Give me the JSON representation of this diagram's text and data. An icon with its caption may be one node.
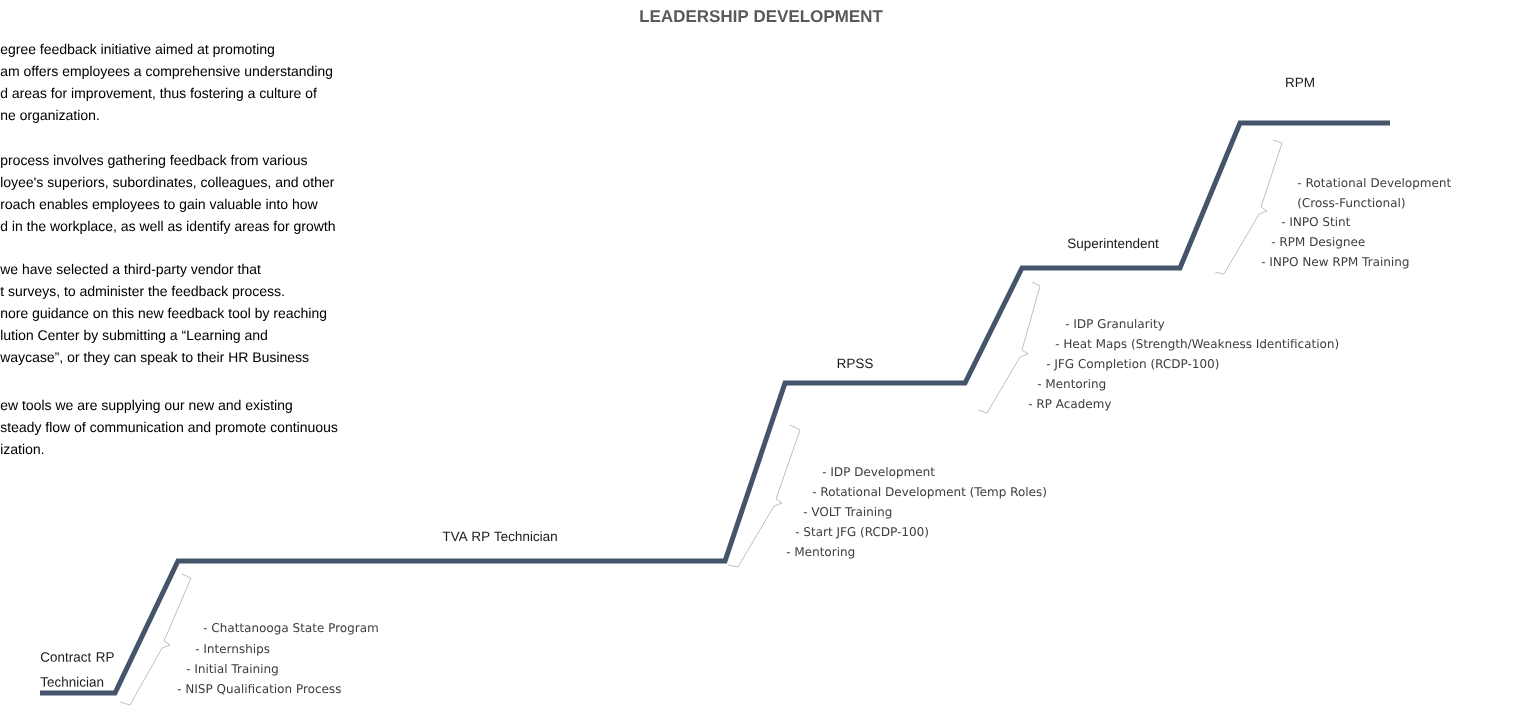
{
  "diagram": {
    "title": "LEADERSHIP DEVELOPMENT",
    "labels": [
      "egree feedback initiative aimed at promoting",
      "am offers employees a comprehensive understanding",
      "d areas for improvement, thus fostering a culture of",
      "ne organization.",
      "process involves gathering feedback from various",
      "loyee's superiors, subordinates, colleagues, and other",
      "roach enables employees to gain valuable into how",
      "d in the workplace, as well as identify areas for growth",
      "we have selected a third-party vendor that",
      "t surveys, to administer the feedback process.",
      "nore guidance on this new feedback tool by reaching",
      "lution Center by submitting a “Learning and",
      "waycase”, or they can speak to their HR Business",
      "ew tools we are supplying our new and existing",
      "steady flow of communication and promote continuous",
      "ization.",
      "RPM",
      "Superintendent",
      "RPSS",
      "TVA RP Technician",
      "Contract RP Technician",
      "- Rotational Development (Cross-Functional)",
      "- INPO Stint",
      "- RPM Designee",
      "- INPO New RPM Training",
      "- IDP Granularity",
      "- Heat Maps (Strength/Weakness Identification)",
      "- JFG Completion (RCDP-100)",
      "- Mentoring",
      "- RP Academy",
      "- IDP Development",
      "- Rotational Development (Temp Roles)",
      "- VOLT Training",
      "- Start JFG (RCDP-100)",
      "- Mentoring",
      "- Chattanooga State Program",
      "- Internships",
      "- Initial Training",
      "- NISP Qualification Process"
    ]
  }
}
